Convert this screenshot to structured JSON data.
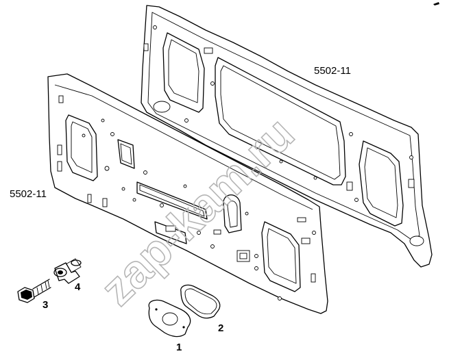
{
  "labels": {
    "upper_panel": "5502-11",
    "lower_panel": "5502-11",
    "part_1": "1",
    "part_2": "2",
    "part_3": "3",
    "part_4": "4"
  },
  "watermark": "zap-kam.ru",
  "colors": {
    "line": "#000000",
    "background": "#ffffff",
    "watermark": "#b5b5b5"
  }
}
